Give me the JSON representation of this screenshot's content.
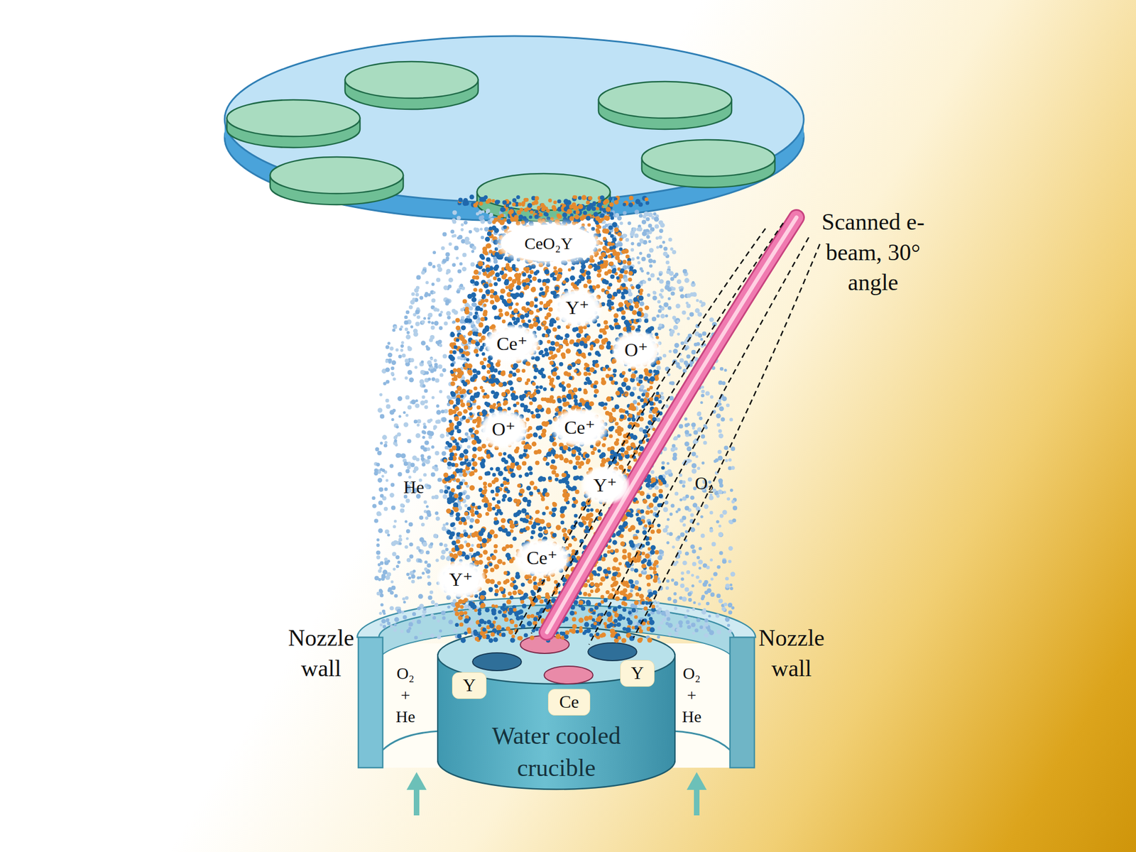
{
  "diagram": {
    "nodes": [
      {
        "text": [
          "CeO₂Y"
        ]
      },
      {
        "text": [
          "Y"
        ]
      },
      {
        "text": [
          "Y"
        ]
      },
      {
        "text": [
          "Ce"
        ]
      },
      {
        "text": [
          "Water cooled crucible"
        ]
      }
    ],
    "labels": [
      "Scanned e-beam, 30° angle",
      "Y⁺",
      "Ce⁺",
      "O⁺",
      "O⁺",
      "Ce⁺",
      "Y⁺",
      "He",
      "O₂",
      "Ce⁺",
      "Y⁺",
      "Nozzle wall",
      "Nozzle wall",
      "O₂ + He",
      "O₂ + He"
    ]
  }
}
